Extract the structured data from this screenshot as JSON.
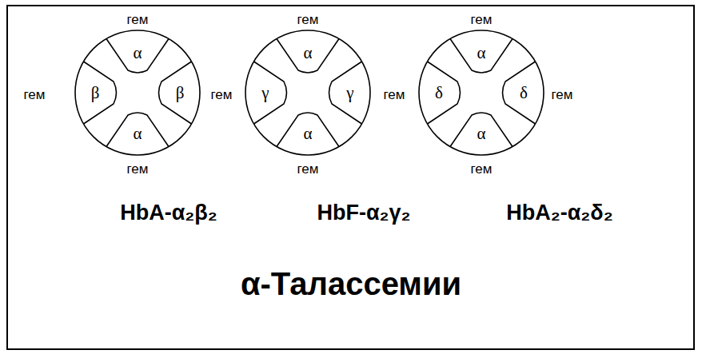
{
  "diagram": {
    "title": "α-Талассемии",
    "nodes": [
      {
        "text": [
          "α",
          "β",
          "β",
          "α"
        ]
      },
      {
        "text": [
          "α",
          "γ",
          "γ",
          "α"
        ]
      },
      {
        "text": [
          "α",
          "δ",
          "δ",
          "α"
        ]
      }
    ],
    "labels": [
      "гем",
      "гем",
      "гем",
      "гем",
      "гем",
      "гем",
      "гем",
      "гем",
      "гем",
      "гем",
      "HbA-α₂β₂",
      "HbF-α₂γ₂",
      "HbA₂-α₂δ₂"
    ]
  }
}
